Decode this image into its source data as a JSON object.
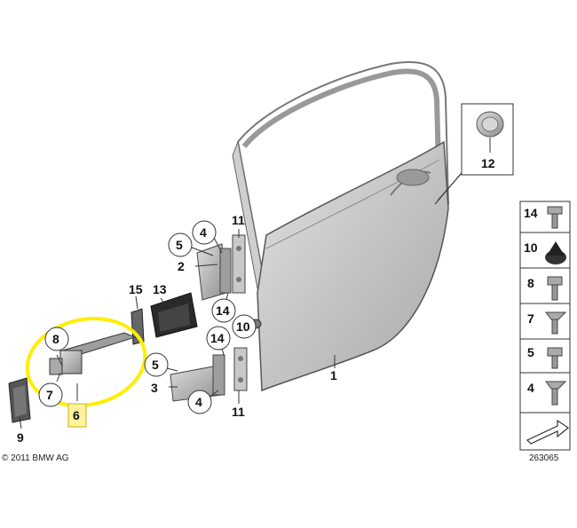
{
  "copyright": "© 2011 BMW AG",
  "diagram_id": "263065",
  "callouts": {
    "door": "1",
    "upper_hinge": "2",
    "lower_hinge": "3",
    "screw_upper": "4",
    "screw_lower": "4",
    "bolt_upper": "5",
    "bolt_lower": "5",
    "door_check": "6",
    "check_bolt_a": "7",
    "check_bolt_b": "8",
    "check_cover": "9",
    "grommet": "10",
    "shim_upper": "11",
    "shim_lower": "11",
    "plug": "12",
    "seal_block": "13",
    "screw_upper_b": "14",
    "screw_lower_b": "14",
    "bracket": "15"
  },
  "legend": [
    {
      "label": "14",
      "part": "flange-bolt"
    },
    {
      "label": "10",
      "part": "rubber-grommet"
    },
    {
      "label": "8",
      "part": "hex-bolt"
    },
    {
      "label": "7",
      "part": "torx-countersunk-screw"
    },
    {
      "label": "5",
      "part": "hex-bolt-short"
    },
    {
      "label": "4",
      "part": "countersunk-screw"
    }
  ],
  "colors": {
    "highlight": "#ffee00",
    "part_fill": "#c8c8c8",
    "outline": "#333333",
    "door_fill": "#bdbdbd"
  }
}
